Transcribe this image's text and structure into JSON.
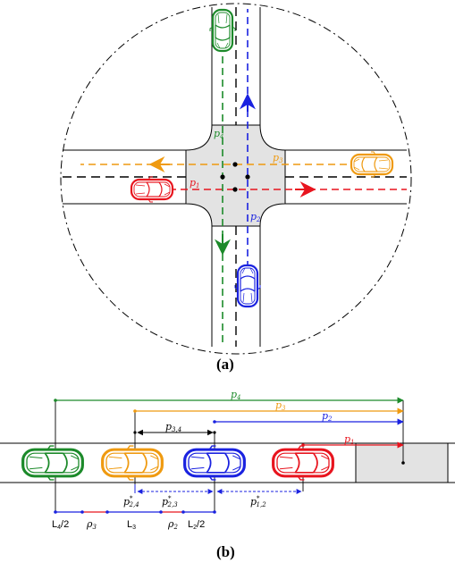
{
  "figure_a": {
    "caption": "(a)",
    "paths": [
      {
        "id": "p1",
        "label": "p",
        "sub": "1",
        "color": "#e8141e"
      },
      {
        "id": "p2",
        "label": "p",
        "sub": "2",
        "color": "#1a22e0"
      },
      {
        "id": "p3",
        "label": "p",
        "sub": "3",
        "color": "#ef9a10"
      },
      {
        "id": "p4",
        "label": "p",
        "sub": "4",
        "color": "#1c8a2a"
      }
    ]
  },
  "figure_b": {
    "caption": "(b)",
    "top_labels": [
      {
        "id": "p4",
        "label": "p",
        "sub": "4",
        "color": "#1c8a2a"
      },
      {
        "id": "p3",
        "label": "p",
        "sub": "3",
        "color": "#ef9a10"
      },
      {
        "id": "p2",
        "label": "p",
        "sub": "2",
        "color": "#1a22e0"
      },
      {
        "id": "p1",
        "label": "p",
        "sub": "1",
        "color": "#e8141e"
      },
      {
        "id": "p34",
        "label": "p",
        "sub": "3,4",
        "color": "#000000"
      }
    ],
    "gap_labels": [
      {
        "id": "p24",
        "label": "p",
        "sub": "2,4",
        "sup": "*"
      },
      {
        "id": "p23",
        "label": "p",
        "sub": "2,3",
        "sup": "*"
      },
      {
        "id": "p12",
        "label": "p",
        "sub": "1,2",
        "sup": "*"
      }
    ],
    "bottom_labels": [
      {
        "id": "L4half",
        "text": "L",
        "sub": "4",
        "suffix": "/2"
      },
      {
        "id": "rho3",
        "text": "ρ",
        "sub": "3"
      },
      {
        "id": "L3",
        "text": "L",
        "sub": "3",
        "suffix": ""
      },
      {
        "id": "rho2",
        "text": "ρ",
        "sub": "2"
      },
      {
        "id": "L2half",
        "text": "L",
        "sub": "2",
        "suffix": "/2"
      }
    ]
  },
  "colors": {
    "red": "#e8141e",
    "blue": "#1a22e0",
    "orange": "#ef9a10",
    "green": "#1c8a2a",
    "box_fill": "#e3e3e3"
  }
}
